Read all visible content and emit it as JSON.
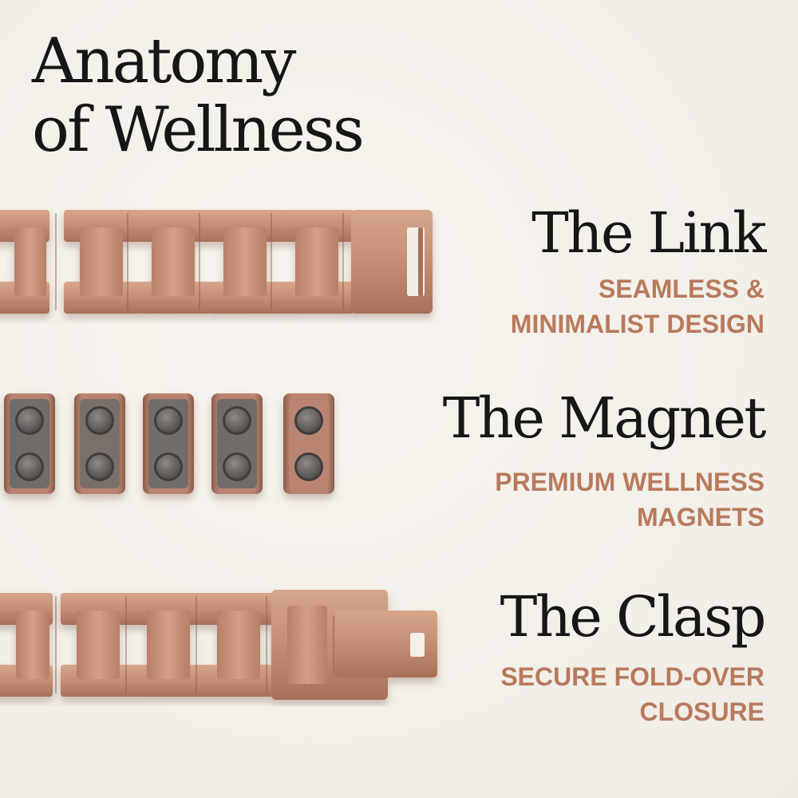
{
  "title": {
    "line1": "Anatomy",
    "line2": "of Wellness"
  },
  "sections": [
    {
      "heading": "The Link",
      "sub_line1": "SEAMLESS &",
      "sub_line2": "MINIMALIST DESIGN",
      "image": "copper-link-band"
    },
    {
      "heading": "The Magnet",
      "sub_line1": "PREMIUM WELLNESS",
      "sub_line2": "MAGNETS",
      "image": "copper-magnet-blocks"
    },
    {
      "heading": "The Clasp",
      "sub_line1": "SECURE FOLD-OVER",
      "sub_line2": "CLOSURE",
      "image": "copper-clasp-band"
    }
  ],
  "colors": {
    "background": "#f4f0ea",
    "heading": "#161616",
    "accent": "#b87a5c",
    "copper": "#c8937a",
    "copper_dark": "#9b6650",
    "magnet": "#6e6b6a"
  }
}
